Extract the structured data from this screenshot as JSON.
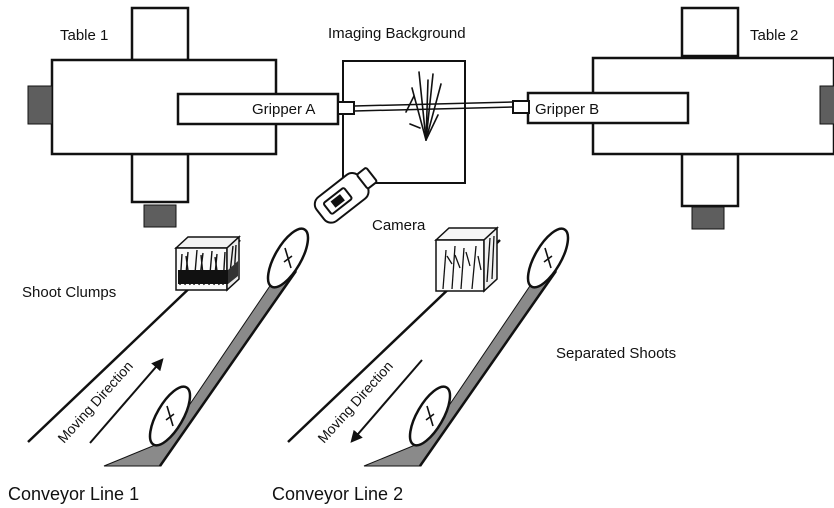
{
  "labels": {
    "table1": "Table 1",
    "table2": "Table 2",
    "imaging_background": "Imaging Background",
    "gripper_a": "Gripper A",
    "gripper_b": "Gripper B",
    "camera": "Camera",
    "shoot_clumps": "Shoot Clumps",
    "separated_shoots": "Separated Shoots",
    "moving_direction_1": "Moving Direction",
    "moving_direction_2": "Moving Direction",
    "conveyor_line_1": "Conveyor Line 1",
    "conveyor_line_2": "Conveyor Line 2"
  },
  "colors": {
    "outline": "#111111",
    "motor": "#5e5e5e",
    "belt_shade": "#8a8a8a",
    "background": "#ffffff"
  }
}
